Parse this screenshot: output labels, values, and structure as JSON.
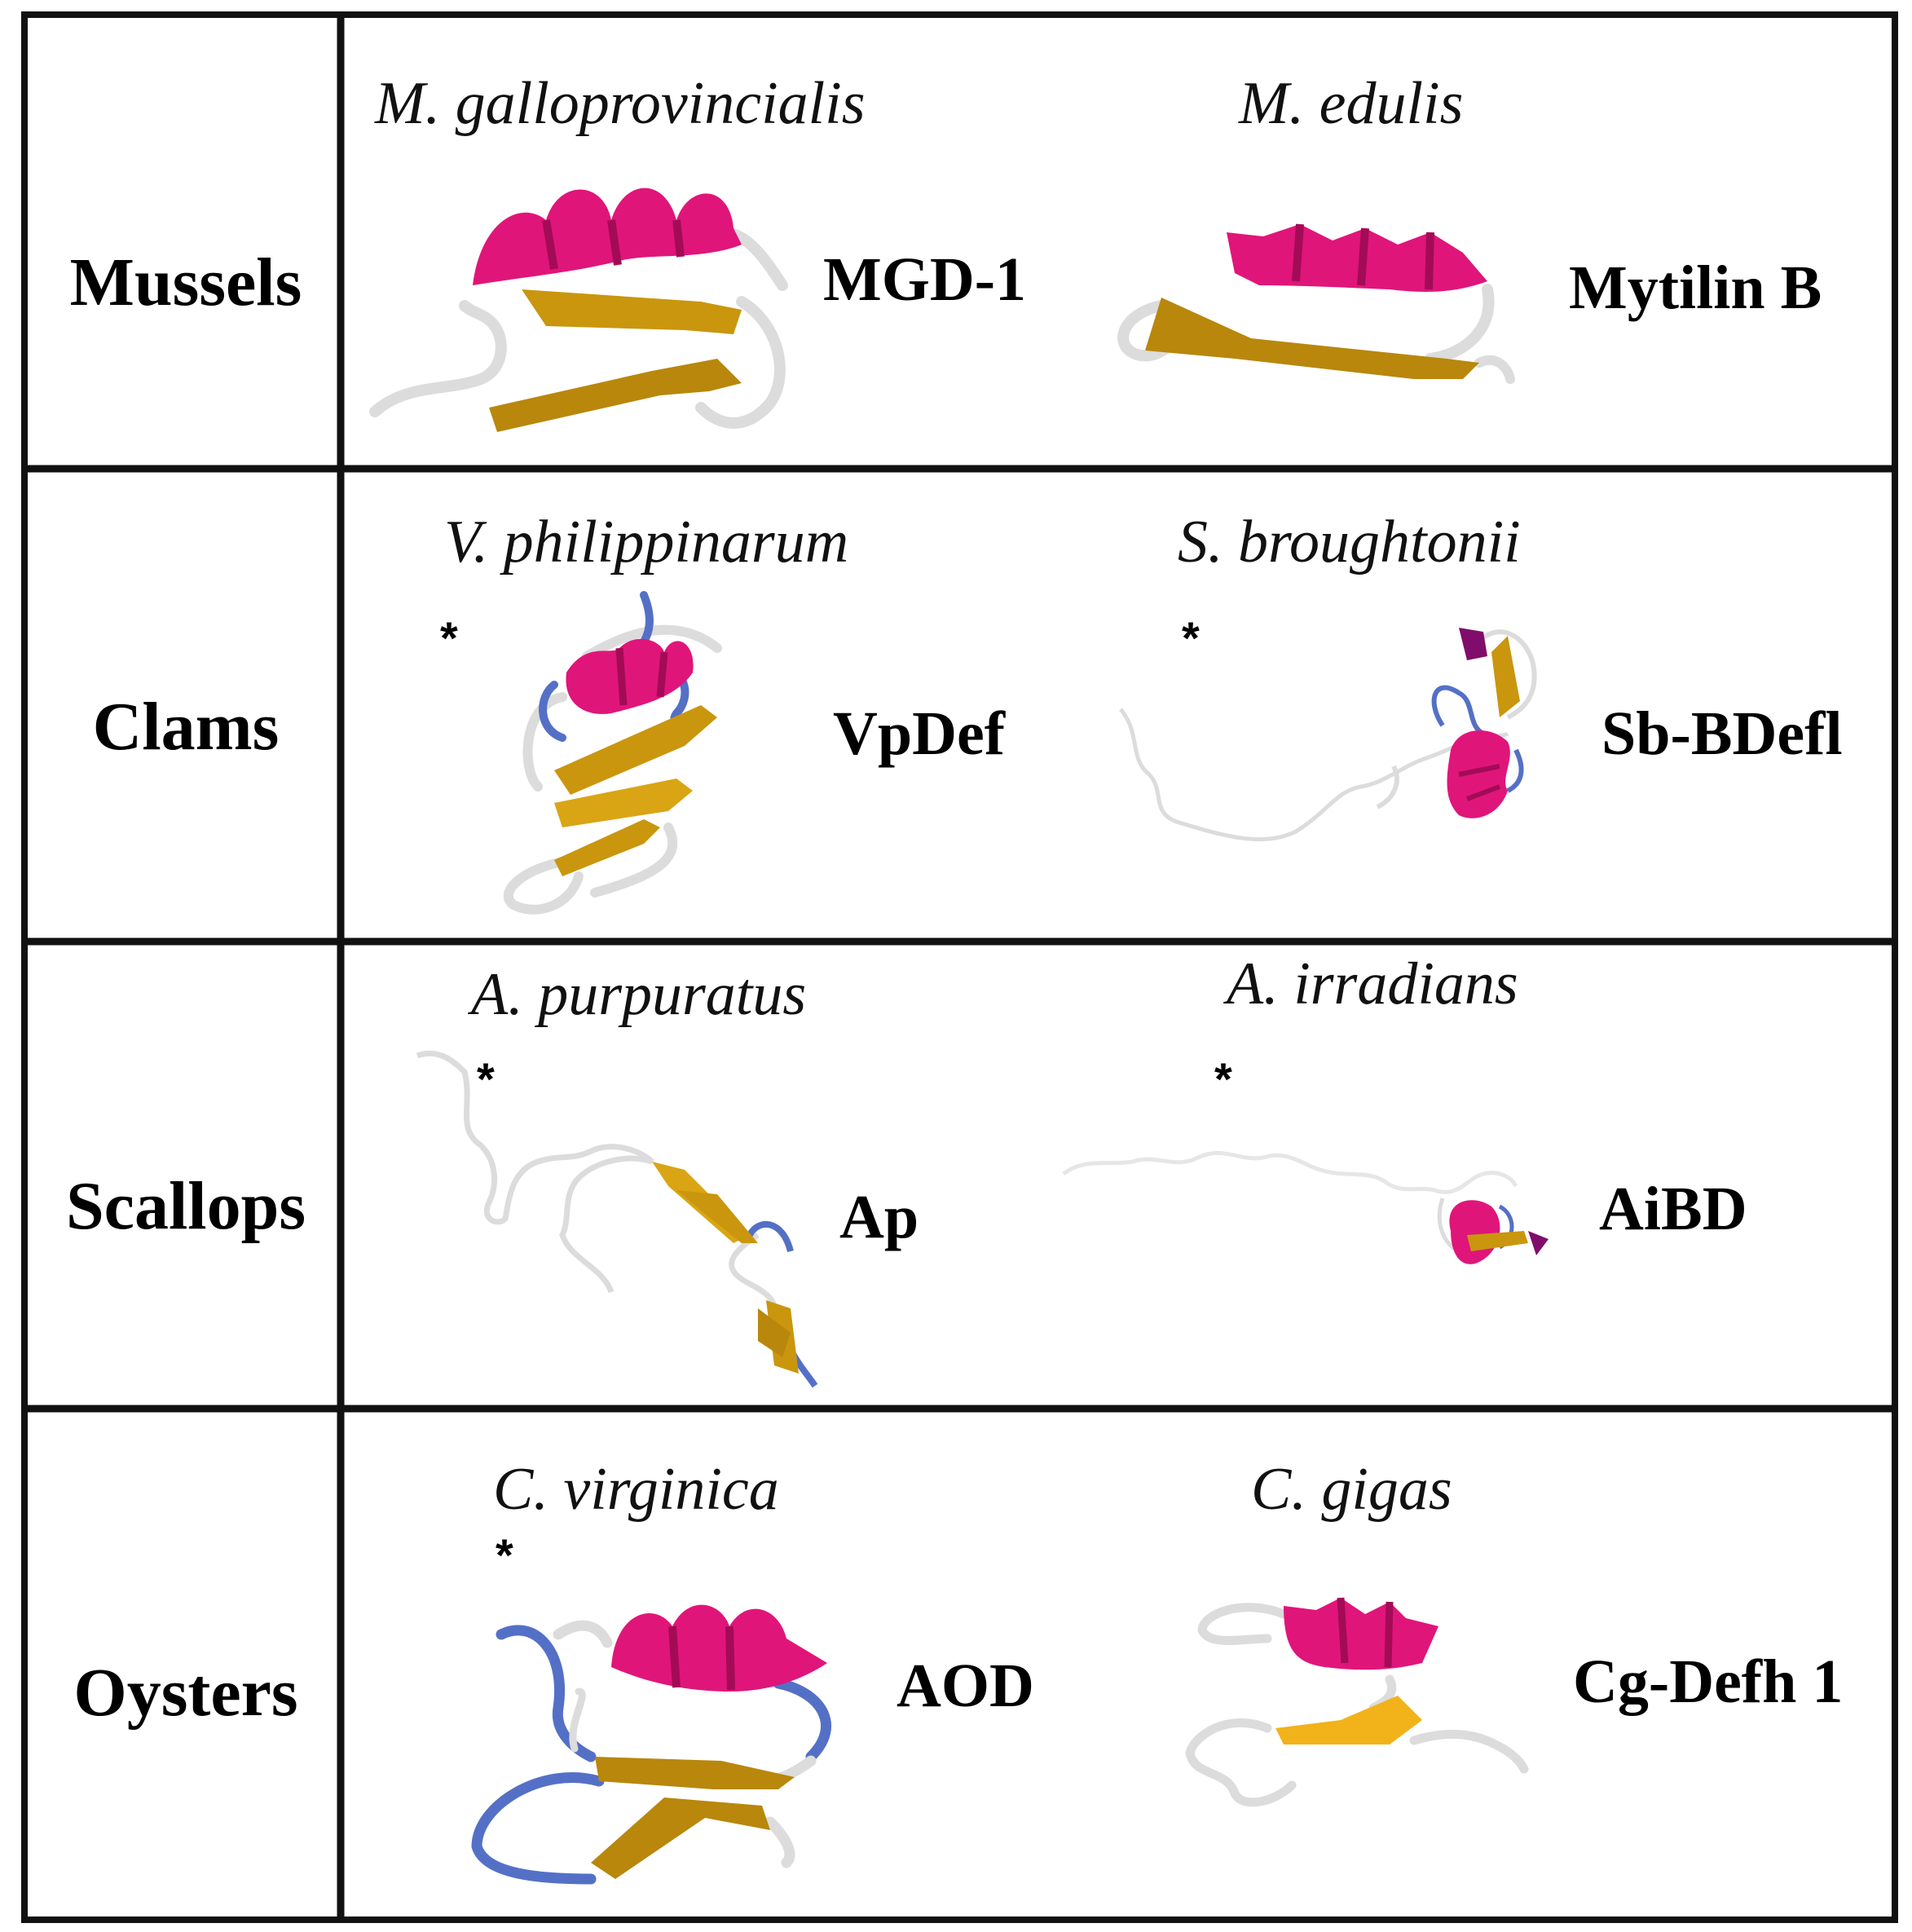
{
  "groups": [
    {
      "label": "Mussels"
    },
    {
      "label": "Clams"
    },
    {
      "label": "Scallops"
    },
    {
      "label": "Oysters"
    }
  ],
  "cells": [
    {
      "species": "M. galloprovincialis",
      "protein": "MGD-1",
      "asterisk": ""
    },
    {
      "species": "M. edulis",
      "protein": "Mytilin B",
      "asterisk": ""
    },
    {
      "species": "V. philippinarum",
      "protein": "VpDef",
      "asterisk": "*"
    },
    {
      "species": "S. broughtonii",
      "protein": "Sb-BDefl",
      "asterisk": "*"
    },
    {
      "species": "A. purpuratus",
      "protein": "Ap",
      "asterisk": "*"
    },
    {
      "species": "A. irradians",
      "protein": "AiBD",
      "asterisk": "*"
    },
    {
      "species": "C. virginica",
      "protein": "AOD",
      "asterisk": "*"
    },
    {
      "species": "C. gigas",
      "protein": "Cg-Defh 1",
      "asterisk": ""
    }
  ],
  "colors": {
    "helix": "#e0157a",
    "strand": "#c9960e",
    "coil": "#d8d8d8",
    "turn": "#5470c6",
    "border": "#111111"
  }
}
